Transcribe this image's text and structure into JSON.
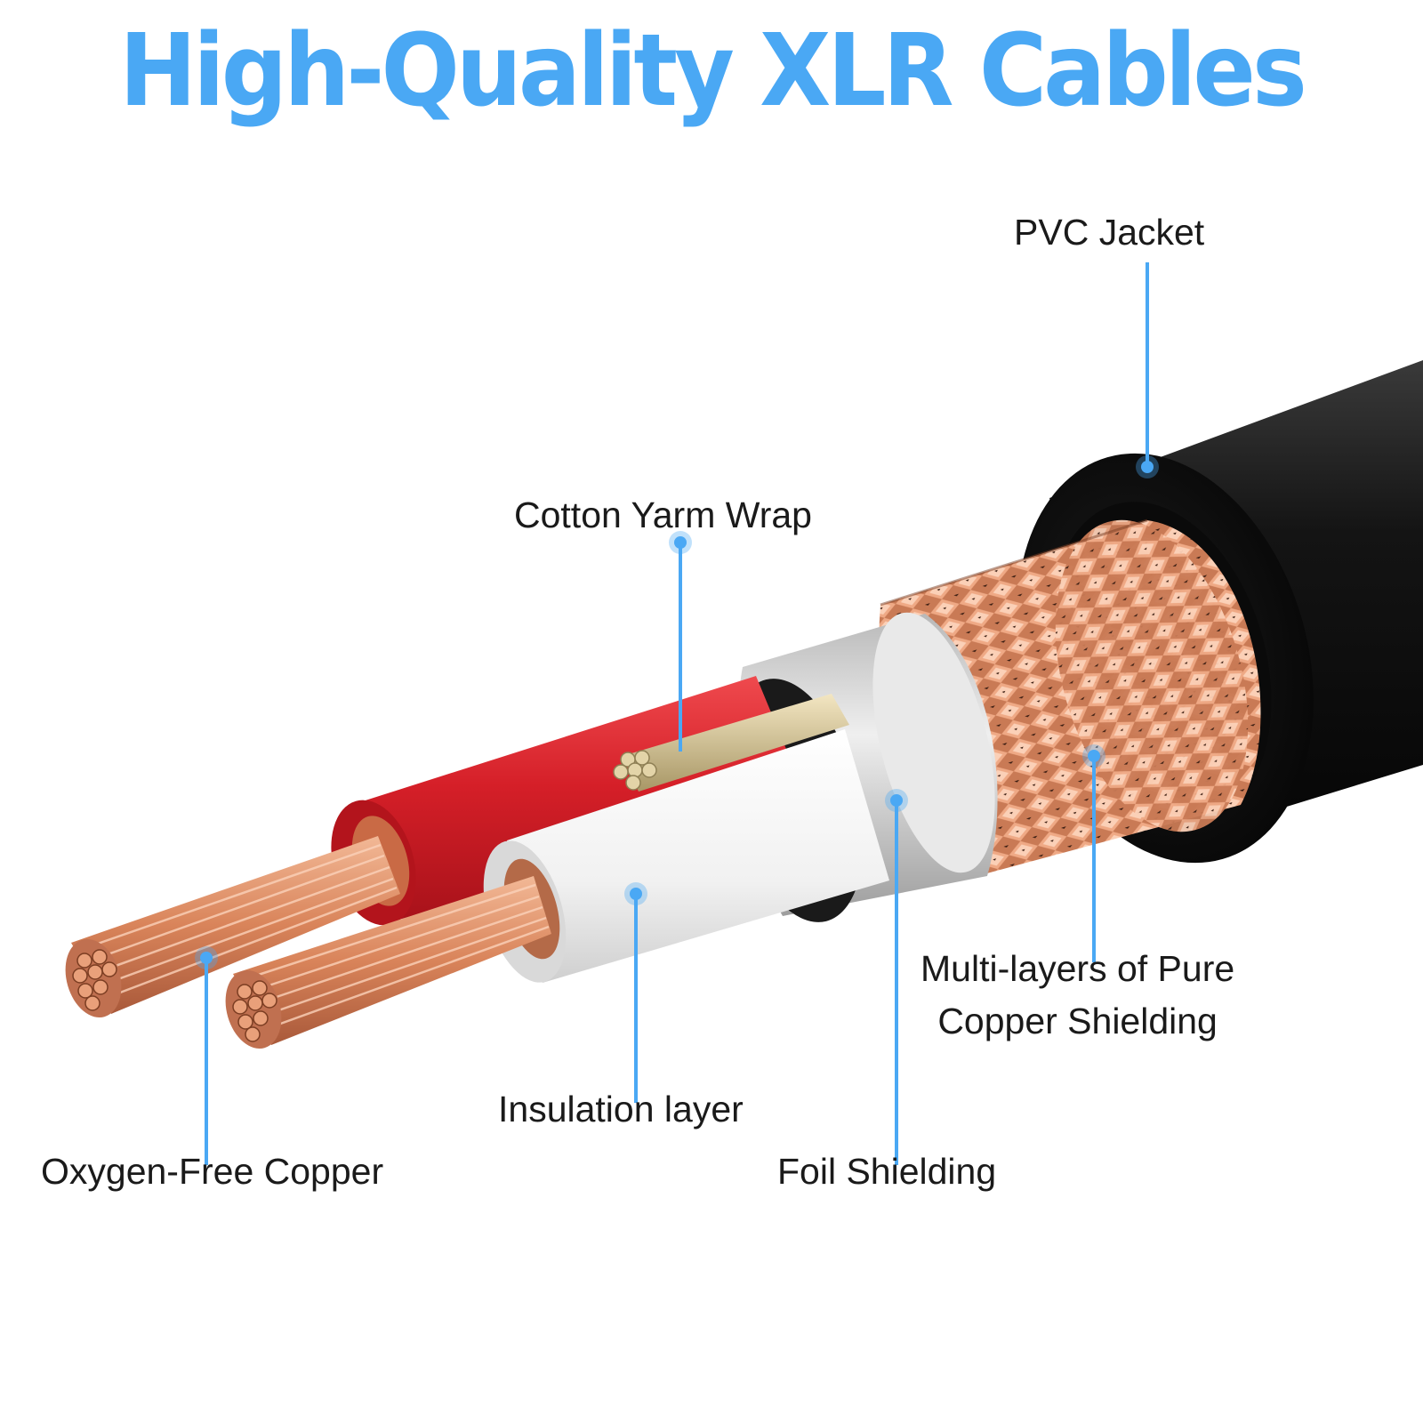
{
  "title": "High-Quality XLR Cables",
  "colors": {
    "title": "#4aa8f4",
    "callout_line": "#4aa8f4",
    "jacket": "#121212",
    "copper": "#d98a60",
    "red_insulation": "#d81f2a",
    "white_insulation": "#f4f4f4",
    "foil": "#d9d9d9",
    "cotton": "#d9c9a0"
  },
  "callouts": {
    "pvc_jacket": "PVC Jacket",
    "cotton_wrap": "Cotton Yarm Wrap",
    "shielding_line1": "Multi-layers of Pure",
    "shielding_line2": "Copper Shielding",
    "insulation": "Insulation layer",
    "copper": "Oxygen-Free Copper",
    "foil": "Foil Shielding"
  }
}
